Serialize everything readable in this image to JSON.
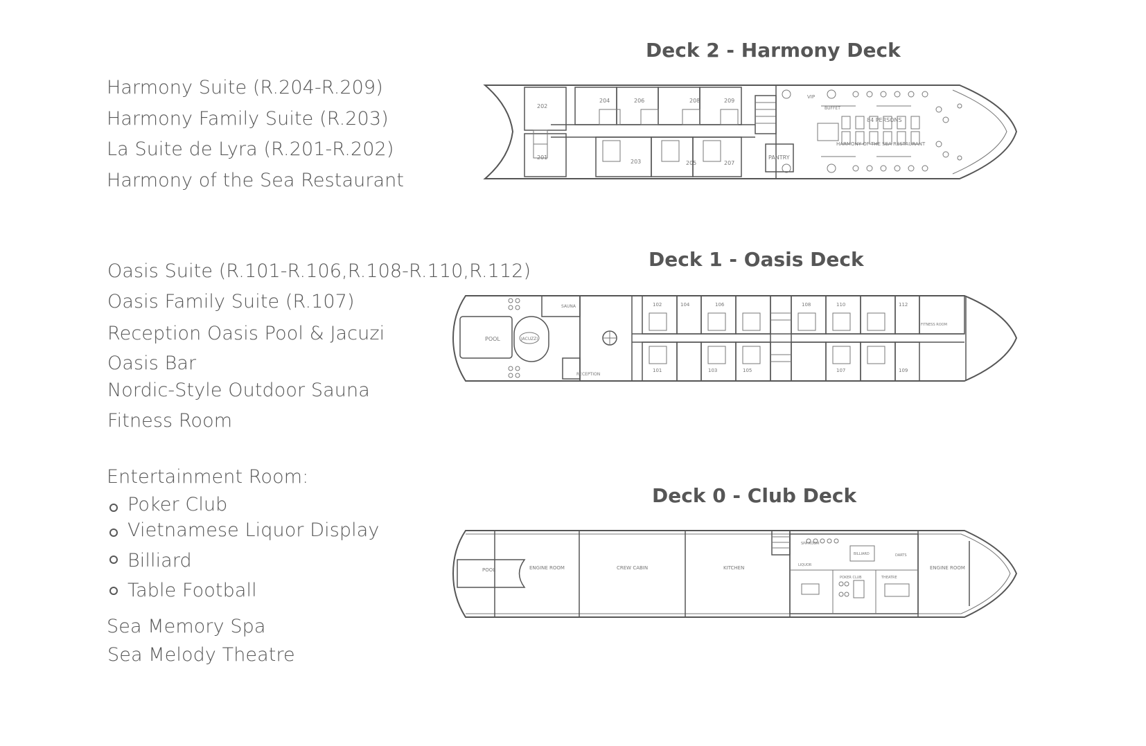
{
  "decks": [
    {
      "title": "Deck 2 - Harmony Deck"
    },
    {
      "title": "Deck 1 - Oasis Deck"
    },
    {
      "title": "Deck 0 - Club Deck"
    }
  ],
  "deck2_items": [
    "Harmony Suite (R.204-R.209)",
    "Harmony Family Suite (R.203)",
    "La Suite de Lyra (R.201-R.202)",
    "Harmony of the Sea Restaurant"
  ],
  "deck1_items": [
    "Oasis Suite (R.101-R.106,R.108-R.110,R.112)",
    "Oasis Family Suite (R.107)",
    "Reception Oasis Pool & Jacuzi",
    "Oasis Bar",
    "Nordic-Style Outdoor Sauna",
    "Fitness Room"
  ],
  "deck0": {
    "heading": "Entertainment Room:",
    "bullets": [
      "Poker Club",
      "Vietnamese Liquor Display",
      "Billiard",
      "Table Football"
    ],
    "extras": [
      "Sea Memory Spa",
      "Sea Melody Theatre"
    ]
  },
  "plan_labels": {
    "deck2": {
      "rooms_top": [
        "202",
        "204",
        "206",
        "208",
        "209"
      ],
      "rooms_bottom": [
        "201",
        "203",
        "205",
        "207"
      ],
      "pantry": "PANTRY",
      "persons": "84 PERSONS",
      "restaurant": "HARMONY OF THE SEA RESTAURANT",
      "vip": "VIP",
      "buffet": "BUFFET"
    },
    "deck1": {
      "pool": "POOL",
      "jacuzzi": "JACUZZI",
      "sauna": "SAUNA",
      "reception": "RECEPTION",
      "rooms_top": [
        "102",
        "104",
        "106",
        "108",
        "110",
        "112"
      ],
      "rooms_bottom": [
        "101",
        "103",
        "105",
        "107",
        "109"
      ],
      "fitness": "FITNESS ROOM"
    },
    "deck0": {
      "pool": "POOL",
      "engine_left": "ENGINE ROOM",
      "crew": "CREW CABIN",
      "kitchen": "KITCHEN",
      "spa": "SPA ROOM",
      "billiard": "BILLIARD",
      "darts": "DARTS",
      "liquor": "LIQUOR",
      "poker": "POKER CLUB",
      "theatre": "THEATRE",
      "engine_right": "ENGINE ROOM"
    }
  }
}
